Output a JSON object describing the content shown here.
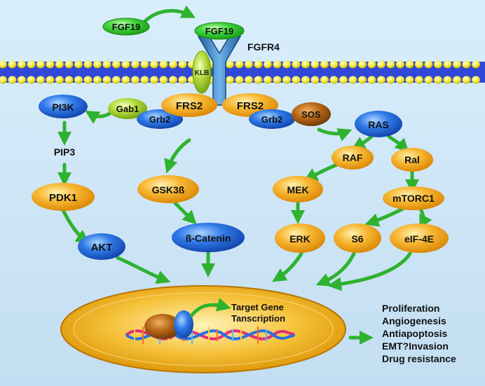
{
  "ligand": {
    "free": "FGF19",
    "bound": "FGF19"
  },
  "receptor": {
    "name": "FGFR4",
    "coreceptor": "KLB"
  },
  "adaptors": {
    "frs2_left": "FRS2",
    "frs2_right": "FRS2",
    "grb2_left": "Grb2",
    "grb2_right": "Grb2",
    "gab1": "Gab1",
    "sos": "SOS"
  },
  "pi3k_pathway": {
    "pi3k": "PI3K",
    "pip3": "PIP3",
    "pdk1": "PDK1",
    "akt": "AKT"
  },
  "wnt_pathway": {
    "gsk3b": "GSK3ß",
    "bcatenin": "ß-Catenin"
  },
  "ras_pathway": {
    "ras": "RAS",
    "raf": "RAF",
    "mek": "MEK",
    "erk": "ERK",
    "ral": "Ral",
    "mtorc1": "mTORC1",
    "s6": "S6",
    "eif4e": "eIF-4E"
  },
  "nucleus": {
    "label_line1": "Target Gene",
    "label_line2": "Tanscription"
  },
  "outcomes": [
    "Proliferation",
    "Angiogenesis",
    "Antiapoptosis",
    "EMT?Invasion",
    "Drug resistance"
  ],
  "colors": {
    "background": "#cfe6f6",
    "membrane_head": "#f2e63a",
    "membrane_band": "#2b3fd0",
    "orange_node": "#f4a523",
    "blue_node": "#2f6fe0",
    "green_node": "#3fd23a",
    "lime_node": "#a8d63a",
    "receptor": "#3e86c8",
    "arrow": "#2fb22f",
    "nucleus": "#f0b020"
  }
}
